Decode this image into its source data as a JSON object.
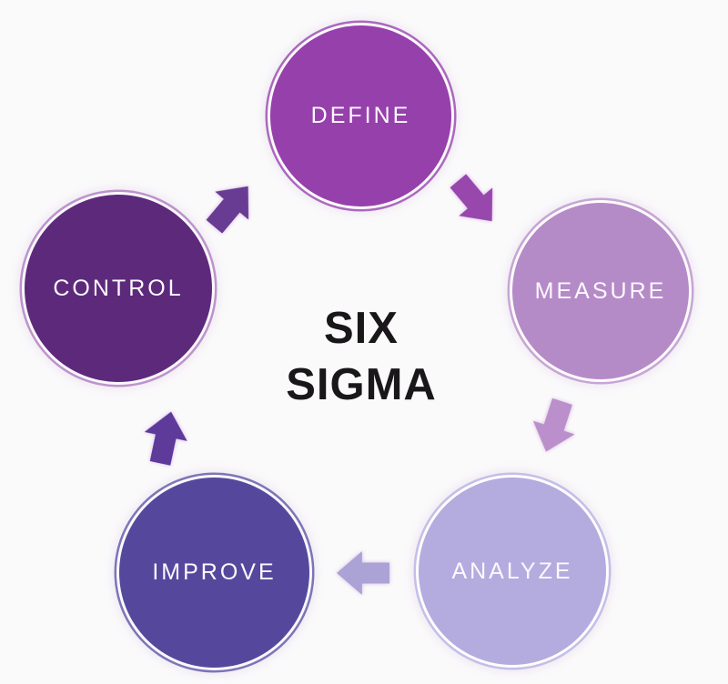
{
  "diagram": {
    "center_title": {
      "line1": "SIX",
      "line2": "SIGMA",
      "color": "#1a171a"
    },
    "background_color": "#fbfafb",
    "label_color": "#fdf8ff",
    "steps": [
      {
        "label": "DEFINE",
        "fill": "#9640ab",
        "ring": "#ab68be"
      },
      {
        "label": "MEASURE",
        "fill": "#b58bc7",
        "ring": "#c7a5d5"
      },
      {
        "label": "ANALYZE",
        "fill": "#b4acde",
        "ring": "#c5bee8"
      },
      {
        "label": "IMPROVE",
        "fill": "#55489c",
        "ring": "#7d74b8"
      },
      {
        "label": "CONTROL",
        "fill": "#5d2a7b",
        "ring": "#bd93cc"
      }
    ],
    "arrows": [
      {
        "from": "CONTROL",
        "to": "DEFINE",
        "fill": "#693c94"
      },
      {
        "from": "DEFINE",
        "to": "MEASURE",
        "fill": "#9847ad"
      },
      {
        "from": "MEASURE",
        "to": "ANALYZE",
        "fill": "#bb8fcb"
      },
      {
        "from": "ANALYZE",
        "to": "IMPROVE",
        "fill": "#aba3d6"
      },
      {
        "from": "IMPROVE",
        "to": "CONTROL",
        "fill": "#5e3a9a"
      }
    ]
  }
}
